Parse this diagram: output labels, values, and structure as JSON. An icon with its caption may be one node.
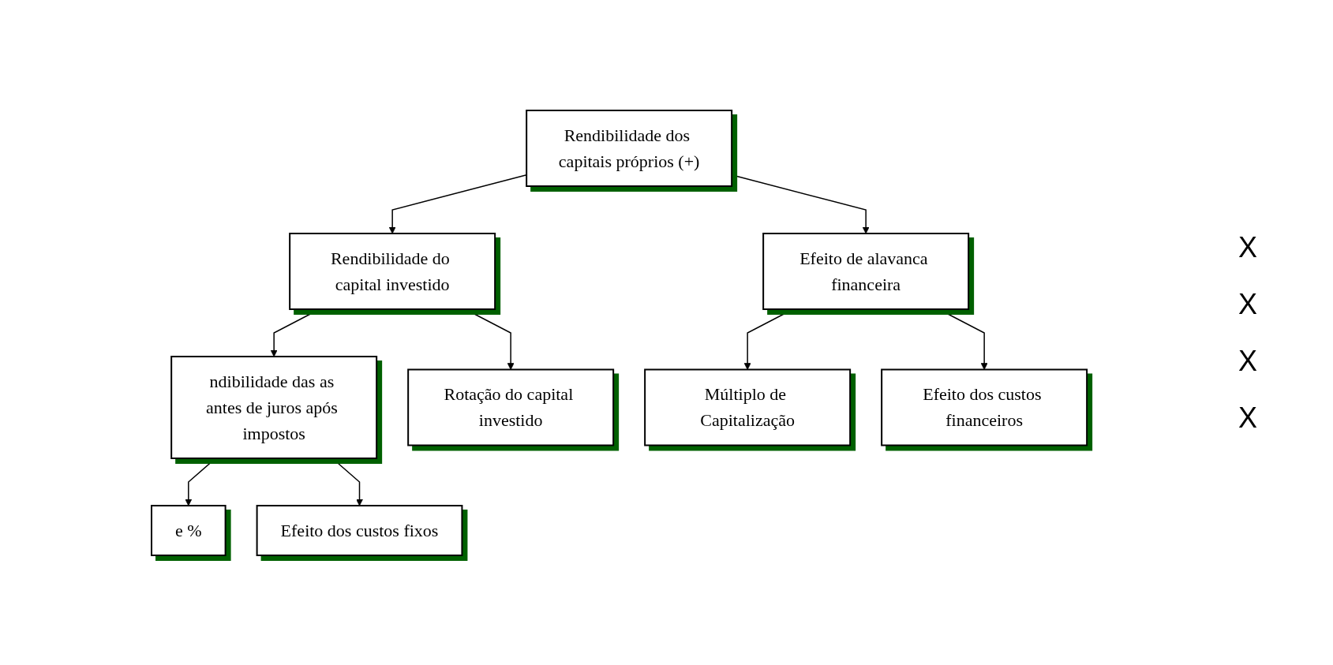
{
  "diagram": {
    "nodes": [
      {
        "text": [
          "Rendibilidade dos capitais próprios (+)"
        ]
      },
      {
        "text": [
          "Rendibilidade do capital investido"
        ]
      },
      {
        "text": [
          "Efeito de alavanca financeira"
        ]
      },
      {
        "text": [
          "ndibilidade das as antes de juros após impostos"
        ]
      },
      {
        "text": [
          "Rotação do capital investido"
        ]
      },
      {
        "text": [
          "Múltiplo de Capitalização"
        ]
      },
      {
        "text": [
          "Efeito dos custos financeiros"
        ]
      },
      {
        "text": [
          "e %"
        ]
      },
      {
        "text": [
          "Efeito dos custos fixos"
        ]
      }
    ],
    "edges": [
      {
        "from": 0,
        "to": 1,
        "arrow": "to"
      },
      {
        "from": 0,
        "to": 2,
        "arrow": "to"
      },
      {
        "from": 1,
        "to": 3,
        "arrow": "to"
      },
      {
        "from": 1,
        "to": 4,
        "arrow": "to"
      },
      {
        "from": 2,
        "to": 5,
        "arrow": "to"
      },
      {
        "from": 2,
        "to": 6,
        "arrow": "to"
      },
      {
        "from": 3,
        "to": 7,
        "arrow": "to"
      },
      {
        "from": 3,
        "to": 8,
        "arrow": "to"
      }
    ],
    "labels": [
      "X",
      "X",
      "X",
      "X"
    ]
  }
}
